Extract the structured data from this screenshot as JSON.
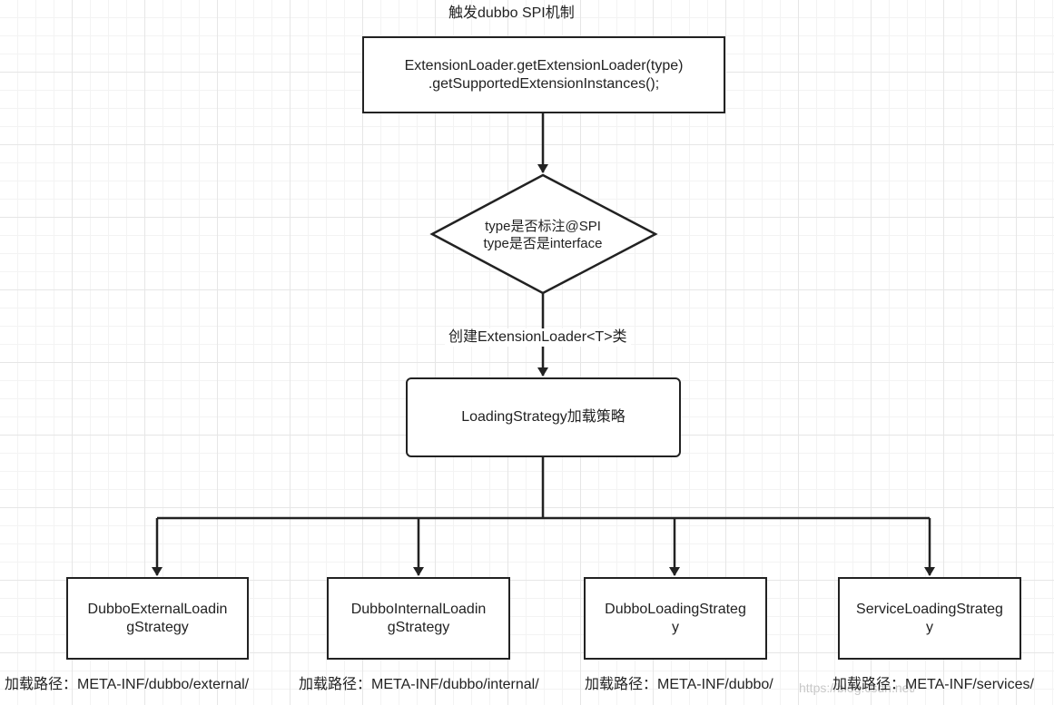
{
  "title": "触发dubbo SPI机制",
  "nodes": {
    "entry_call": "ExtensionLoader.getExtensionLoader(type)\n.getSupportedExtensionInstances();",
    "spi_check": "type是否标注@SPI\ntype是否是interface",
    "loading_strategy": "LoadingStrategy加载策略",
    "strategies": [
      {
        "name": "DubboExternalLoadin\ngStrategy",
        "path": "加载路径：META-INF/dubbo/external/"
      },
      {
        "name": "DubboInternalLoadin\ngStrategy",
        "path": "加载路径：META-INF/dubbo/internal/"
      },
      {
        "name": "DubboLoadingStrateg\ny",
        "path": "加载路径：META-INF/dubbo/"
      },
      {
        "name": "ServiceLoadingStrateg\ny",
        "path": "加载路径：META-INF/services/"
      }
    ]
  },
  "edges": {
    "create_loader_label": "创建ExtensionLoader<T>类"
  },
  "watermark": "https://blog.csdn.net/"
}
